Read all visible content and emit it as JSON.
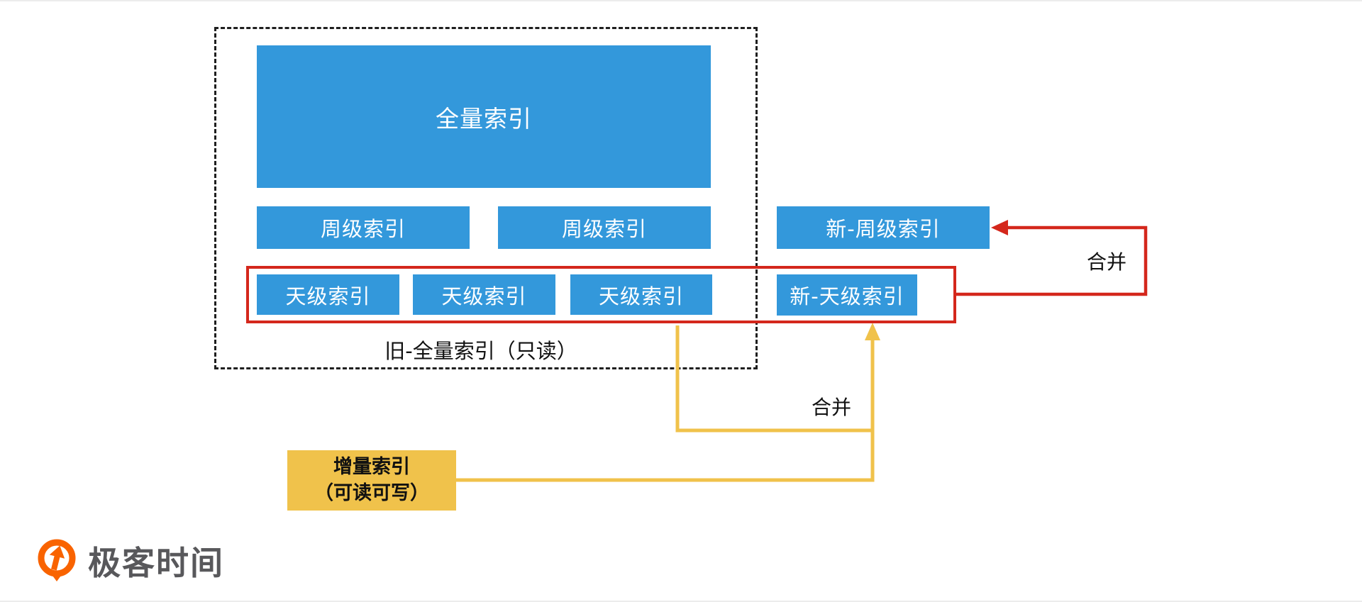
{
  "colors": {
    "accent_blue": "#3398DB",
    "accent_red": "#D4271C",
    "accent_yellow": "#F0C24B",
    "text_dark": "#111111",
    "text_light": "#FFFFFF",
    "logo_orange": "#F96300",
    "logo_text": "#58585B"
  },
  "diagram": {
    "old_full_index_group": {
      "label": "旧-全量索引（只读）",
      "full_index": "全量索引",
      "week_indexes": [
        "周级索引",
        "周级索引"
      ],
      "day_indexes": [
        "天级索引",
        "天级索引",
        "天级索引"
      ]
    },
    "new_week_index": "新-周级索引",
    "new_day_index": "新-天级索引",
    "incremental_index": {
      "line1": "增量索引",
      "line2": "（可读可写）"
    },
    "merge_label_red": "合并",
    "merge_label_yellow": "合并"
  },
  "footer": {
    "brand": "极客时间"
  }
}
